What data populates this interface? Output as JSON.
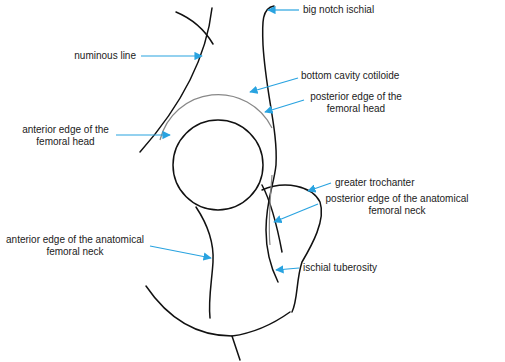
{
  "diagram": {
    "labels": [
      "big notch ischial",
      "numinous line",
      "bottom cavity cotiloide",
      "posterior edge of the femoral head",
      "anterior edge of the femoral head",
      "greater trochanter",
      "posterior edge of the anatomical femoral neck",
      "anterior edge of the anatomical femoral neck",
      "ischial tuberosity"
    ]
  }
}
